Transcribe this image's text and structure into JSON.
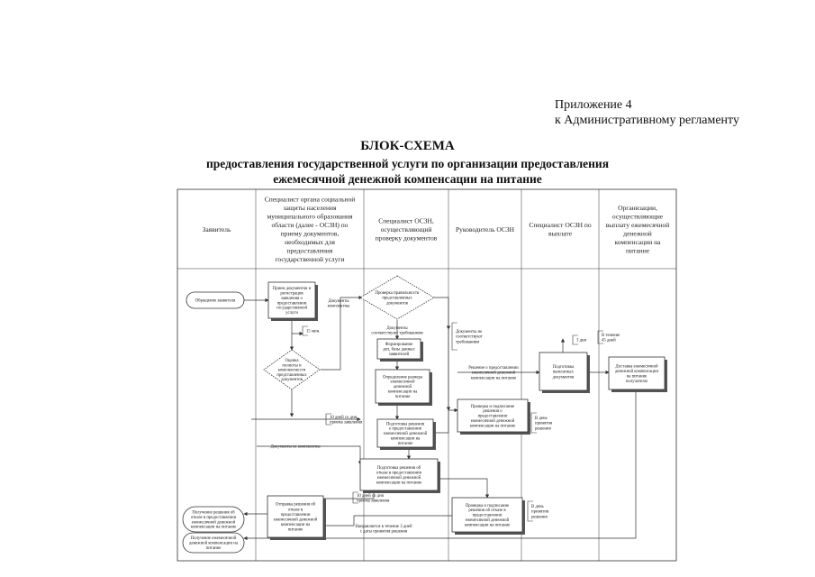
{
  "appendix": {
    "line1": "Приложение 4",
    "line2": "к Административному регламенту"
  },
  "title": {
    "line1": "БЛОК-СХЕМА",
    "line2": "предоставления государственной услуги по организации предоставления",
    "line3": "ежемесячной денежной компенсации на питание"
  },
  "lanes": [
    {
      "label": [
        "Заявитель"
      ]
    },
    {
      "label": [
        "Специалист органа социальной",
        "защиты населения",
        "муниципального образования",
        "области (далее - ОСЗН) по",
        "приему документов,",
        "необходимых для",
        "предоставления",
        "государственной услуги"
      ]
    },
    {
      "label": [
        "Специалист ОСЗН,",
        "осуществляющий",
        "проверку документов"
      ]
    },
    {
      "label": [
        "Руководитель ОСЗН"
      ]
    },
    {
      "label": [
        "Специалист ОСЗН по",
        "выплате"
      ]
    },
    {
      "label": [
        "Организации,",
        "осуществляющие",
        "выплату ежемесячной",
        "денежной",
        "компенсации на",
        "питание"
      ]
    }
  ],
  "nodes": {
    "applicant_request": [
      "Обращение заявителя"
    ],
    "receive_docs": [
      "Прием документов и",
      "регистрация",
      "заявления о",
      "предоставлении",
      "государственной",
      "услуги"
    ],
    "time_15min": [
      "15 мин."
    ],
    "assess_docs": [
      "Оценка",
      "полноты и",
      "комплектности",
      "представленных",
      "документов"
    ],
    "docs_complete": [
      "Документы",
      "комплектны"
    ],
    "check_correct": [
      "Проверка правильности",
      "представленных",
      "документов"
    ],
    "docs_meet": [
      "Документы",
      "соответствуют требованиям"
    ],
    "docs_not_meet": [
      "Документы не",
      "соответствуют",
      "требованиям"
    ],
    "form_file": [
      "Формирование",
      "дел, базы данных",
      "заявителей"
    ],
    "determine_amount": [
      "Определение размера",
      "ежемесячной",
      "денежной",
      "компенсации на",
      "питание"
    ],
    "days_10a": [
      "10 дней со дня",
      "приема заявления"
    ],
    "prepare_decision": [
      "Подготовка решения",
      "о предоставлении",
      "ежемесячной денежной",
      "компенсации на",
      "питание"
    ],
    "docs_incomplete": [
      "Документы не комплектны"
    ],
    "prepare_refusal": [
      "Подготовка решения об",
      "отказе в предоставлении",
      "ежемесячной денежной",
      "компенсации на питание"
    ],
    "days_10b": [
      "10 дней со дня",
      "приема заявления"
    ],
    "decision_grant": [
      "Решение о предоставлении",
      "ежемесячной денежной",
      "компенсации на питание"
    ],
    "review_sign_grant": [
      "Проверка и подписание",
      "решения о",
      "предоставлении",
      "ежемесячной денежной",
      "компенсации на питание"
    ],
    "on_day_decision_a": [
      "В день",
      "принятия",
      "решения"
    ],
    "days_3": [
      "3 дня"
    ],
    "prepare_payment": [
      "Подготовка",
      "выплатных",
      "документов"
    ],
    "within_45": [
      "В течение",
      "45 дней"
    ],
    "deliver_comp": [
      "Доставка ежемесячной",
      "денежной компенсации",
      "на питание",
      "получателю"
    ],
    "send_refusal": [
      "Отправка решения об",
      "отказе в",
      "предоставлении",
      "ежемесячной денежной",
      "компенсации на",
      "питание"
    ],
    "sent_within_3": [
      "Направляется в течение 3 дней",
      "с даты принятия решения"
    ],
    "review_sign_refusal": [
      "Проверка и подписание",
      "решения об отказе в",
      "предоставлении",
      "ежемесячной денежной",
      "компенсации на питание"
    ],
    "on_day_decision_b": [
      "В день",
      "принятия",
      "решения"
    ],
    "receive_refusal": [
      "Получение решения об",
      "отказе в предоставлении",
      "ежемесячной денежной",
      "компенсации на питание"
    ],
    "receive_comp": [
      "Получение ежемесячной",
      "денежной компенсации на",
      "питание"
    ]
  },
  "colors": {
    "line": "#333333",
    "text": "#111111",
    "background": "#ffffff"
  }
}
